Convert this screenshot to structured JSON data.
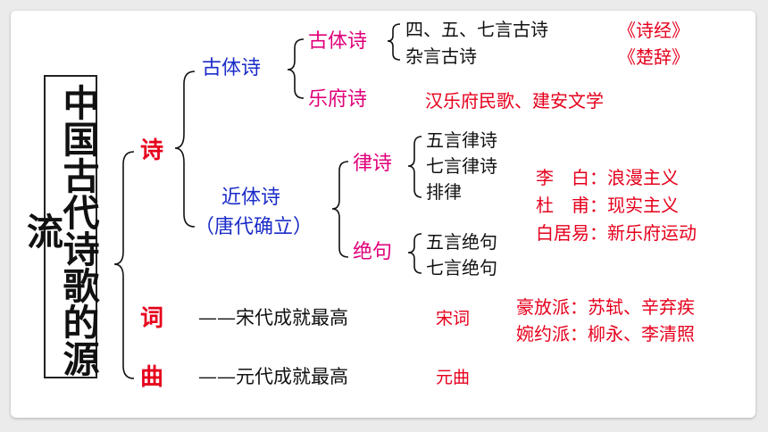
{
  "title": "中国古代诗歌的源流",
  "shi": {
    "label": "诗",
    "gutishi": {
      "label": "古体诗",
      "children": [
        {
          "label": "古体诗",
          "items": [
            "四、五、七言古诗",
            "杂言古诗"
          ],
          "examples": [
            "《诗经》",
            "《楚辞》"
          ]
        },
        {
          "label": "乐府诗",
          "note": "汉乐府民歌、建安文学"
        }
      ]
    },
    "jintishi": {
      "label_line1": "近体诗",
      "label_line2": "（唐代确立）",
      "lvshi": {
        "label": "律诗",
        "items": [
          "五言律诗",
          "七言律诗",
          "排律"
        ]
      },
      "jueju": {
        "label": "绝句",
        "items": [
          "五言绝句",
          "七言绝句"
        ]
      },
      "poets": [
        "李　白：浪漫主义",
        "杜　甫：现实主义",
        "白居易：新乐府运动"
      ]
    }
  },
  "ci": {
    "label": "词",
    "desc": "——宋代成就最高",
    "tag": "宋词",
    "schools": [
      "豪放派：苏轼、辛弃疾",
      "婉约派：柳永、李清照"
    ]
  },
  "qu": {
    "label": "曲",
    "desc": "——元代成就最高",
    "tag": "元曲"
  },
  "colors": {
    "red": "#e6001c",
    "magenta": "#e0007a",
    "blue": "#1a2cc8"
  }
}
